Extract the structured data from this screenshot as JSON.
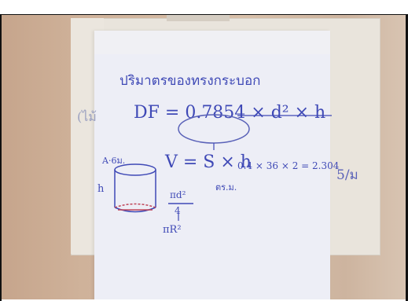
{
  "photo": {
    "subject": "handwritten flipchart sheet",
    "lines": {
      "heading": "ปริมาตรของทรงกระบอก",
      "formula_df": "DF = 0.7854 × d² × h",
      "formula_v": "V = S × h",
      "calc": "0.4 × 36 × 2 = 2.304",
      "unit_cm": "ตร.ม.",
      "label_side": "(ไม้",
      "diagram_top": "A·6ม.",
      "diagram_h": "h",
      "fraction_num": "πd²",
      "fraction_den": "4",
      "area_label": "ตร.ม.",
      "pi_r": "πR²",
      "right_note": "5/ม"
    }
  }
}
